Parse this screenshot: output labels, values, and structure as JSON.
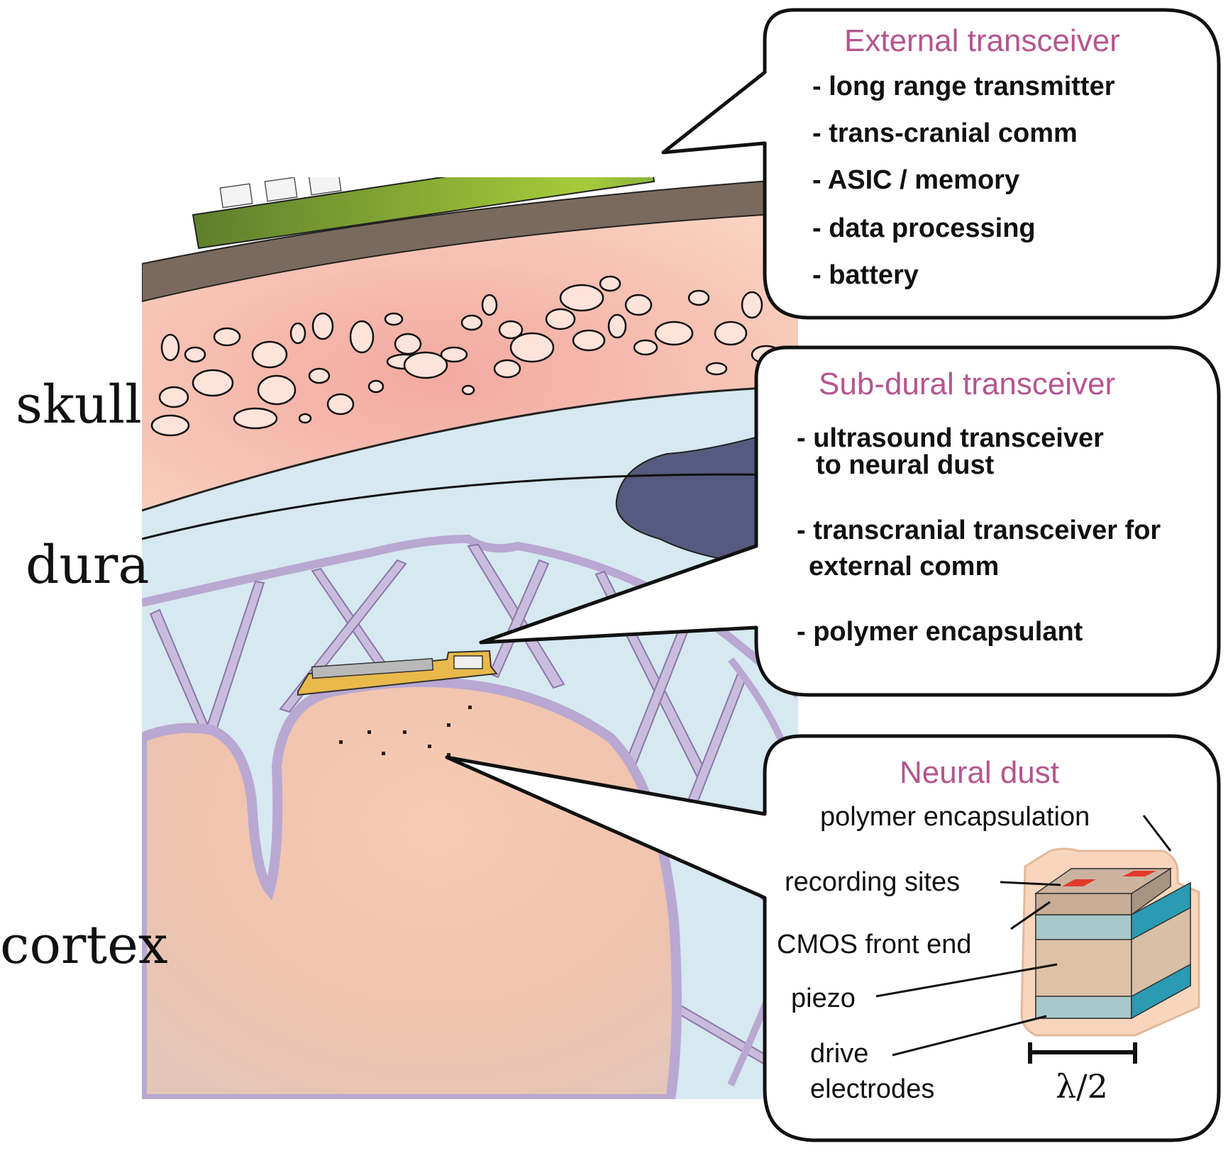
{
  "layers": {
    "skull": "skull",
    "dura": "dura",
    "cortex": "cortex"
  },
  "external": {
    "title": "External transceiver",
    "items": [
      "- long range transmitter",
      "- trans-cranial comm",
      "- ASIC / memory",
      "- data processing",
      "- battery"
    ]
  },
  "subdural": {
    "title": "Sub-dural transceiver",
    "items": [
      "- ultrasound transceiver",
      "to neural dust",
      "- transcranial transceiver for",
      "external comm",
      "- polymer encapsulant"
    ]
  },
  "dust": {
    "title": "Neural dust",
    "labels": {
      "encapsulation": "polymer encapsulation",
      "recording": "recording sites",
      "cmos": "CMOS front end",
      "piezo": "piezo",
      "drive1": "drive",
      "drive2": "electrodes",
      "lambda": "λ/2"
    }
  },
  "colors": {
    "title_accent": "#b5558f",
    "skull": "#f6c6b4",
    "dura": "#d6e8f0",
    "cortex": "#f2cdb5",
    "vessels": "#c9bcdc",
    "scalp": "#7a6a5e",
    "pcb": "#8ab33a",
    "sinus": "#565a7e",
    "piezo_teal": "#2a9bb3",
    "recording_site": "#e03a2a"
  }
}
